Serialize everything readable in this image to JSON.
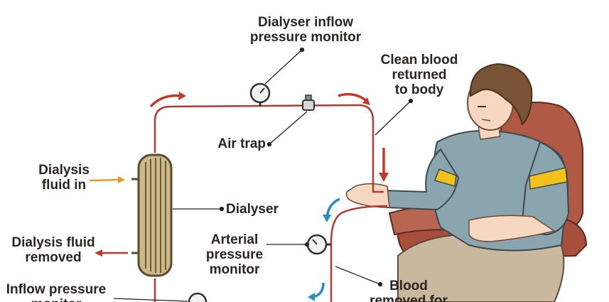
{
  "labels": {
    "dialyser_inflow_monitor": [
      "Dialyser inflow",
      "pressure monitor"
    ],
    "clean_blood": [
      "Clean blood",
      "returned",
      "to body"
    ],
    "air_trap": "Air trap",
    "dialysis_fluid_in": [
      "Dialysis",
      "fluid in"
    ],
    "dialyser": "Dialyser",
    "arterial_monitor": [
      "Arterial",
      "pressure",
      "monitor"
    ],
    "fluid_removed": [
      "Dialysis fluid",
      "removed"
    ],
    "inflow_monitor": [
      "Inflow pressure",
      "monitor"
    ],
    "blood_removed": [
      "Blood",
      "removed for"
    ]
  },
  "colors": {
    "text": "#2b2420",
    "tube": "#b03a3a",
    "flow_arrow_red": "#c0392b",
    "flow_arrow_blue": "#2e8bc0",
    "fluid_in_arrow": "#e8962e",
    "dialyser_body": "#cbb98a",
    "chair": "#b05a45",
    "shirt": "#8aa5ad",
    "armband": "#f2c21b",
    "skin": "#f6d7bf",
    "hair": "#7a5236",
    "trousers": "#c9b79e"
  },
  "icons": [
    "pressure-gauge-icon",
    "air-trap-icon",
    "flow-arrow-icon"
  ]
}
